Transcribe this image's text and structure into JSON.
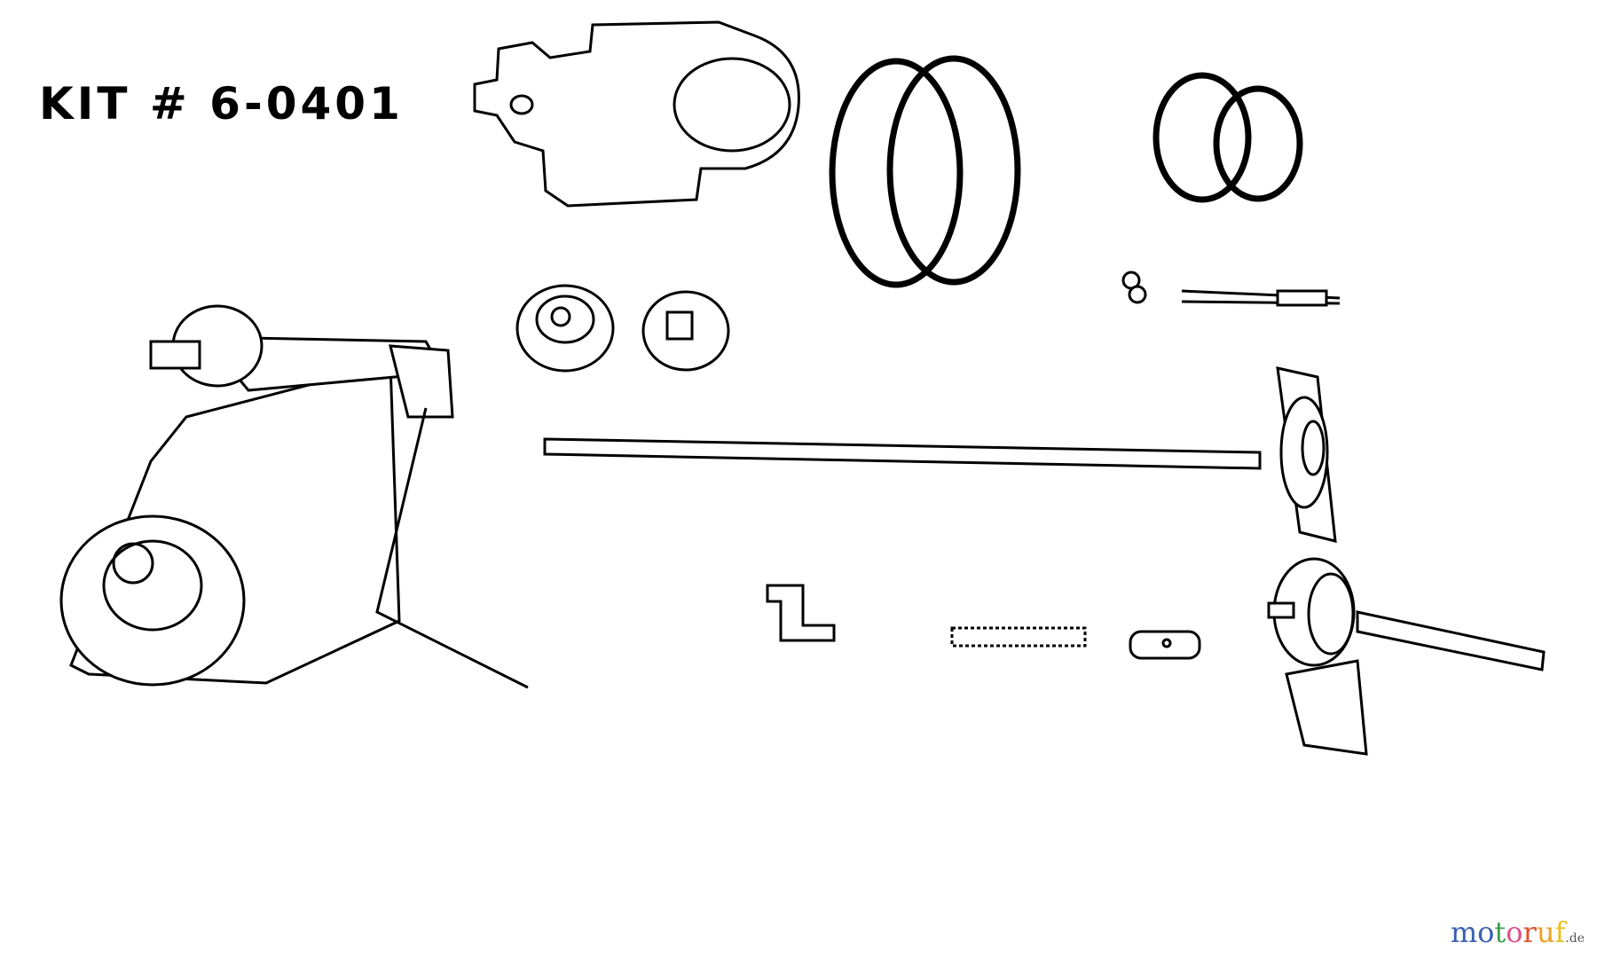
{
  "title": "KIT # 6-0401",
  "watermark": {
    "letters": [
      {
        "ch": "m",
        "color": "#3a5fb0"
      },
      {
        "ch": "o",
        "color": "#3a5fb0"
      },
      {
        "ch": "t",
        "color": "#3aa04a"
      },
      {
        "ch": "o",
        "color": "#e0508a"
      },
      {
        "ch": "r",
        "color": "#e05030"
      },
      {
        "ch": "u",
        "color": "#f0a020"
      },
      {
        "ch": "f",
        "color": "#e8c020"
      }
    ],
    "suffix": ".de"
  },
  "parts": [
    "belt-guard",
    "large-v-belts",
    "small-v-belts",
    "washers",
    "bolt",
    "pulley-a",
    "pulley-b",
    "long-shaft-with-flange",
    "idler-arm-assembly",
    "bracket",
    "spring",
    "sleeve",
    "drive-pulley-assembly"
  ]
}
